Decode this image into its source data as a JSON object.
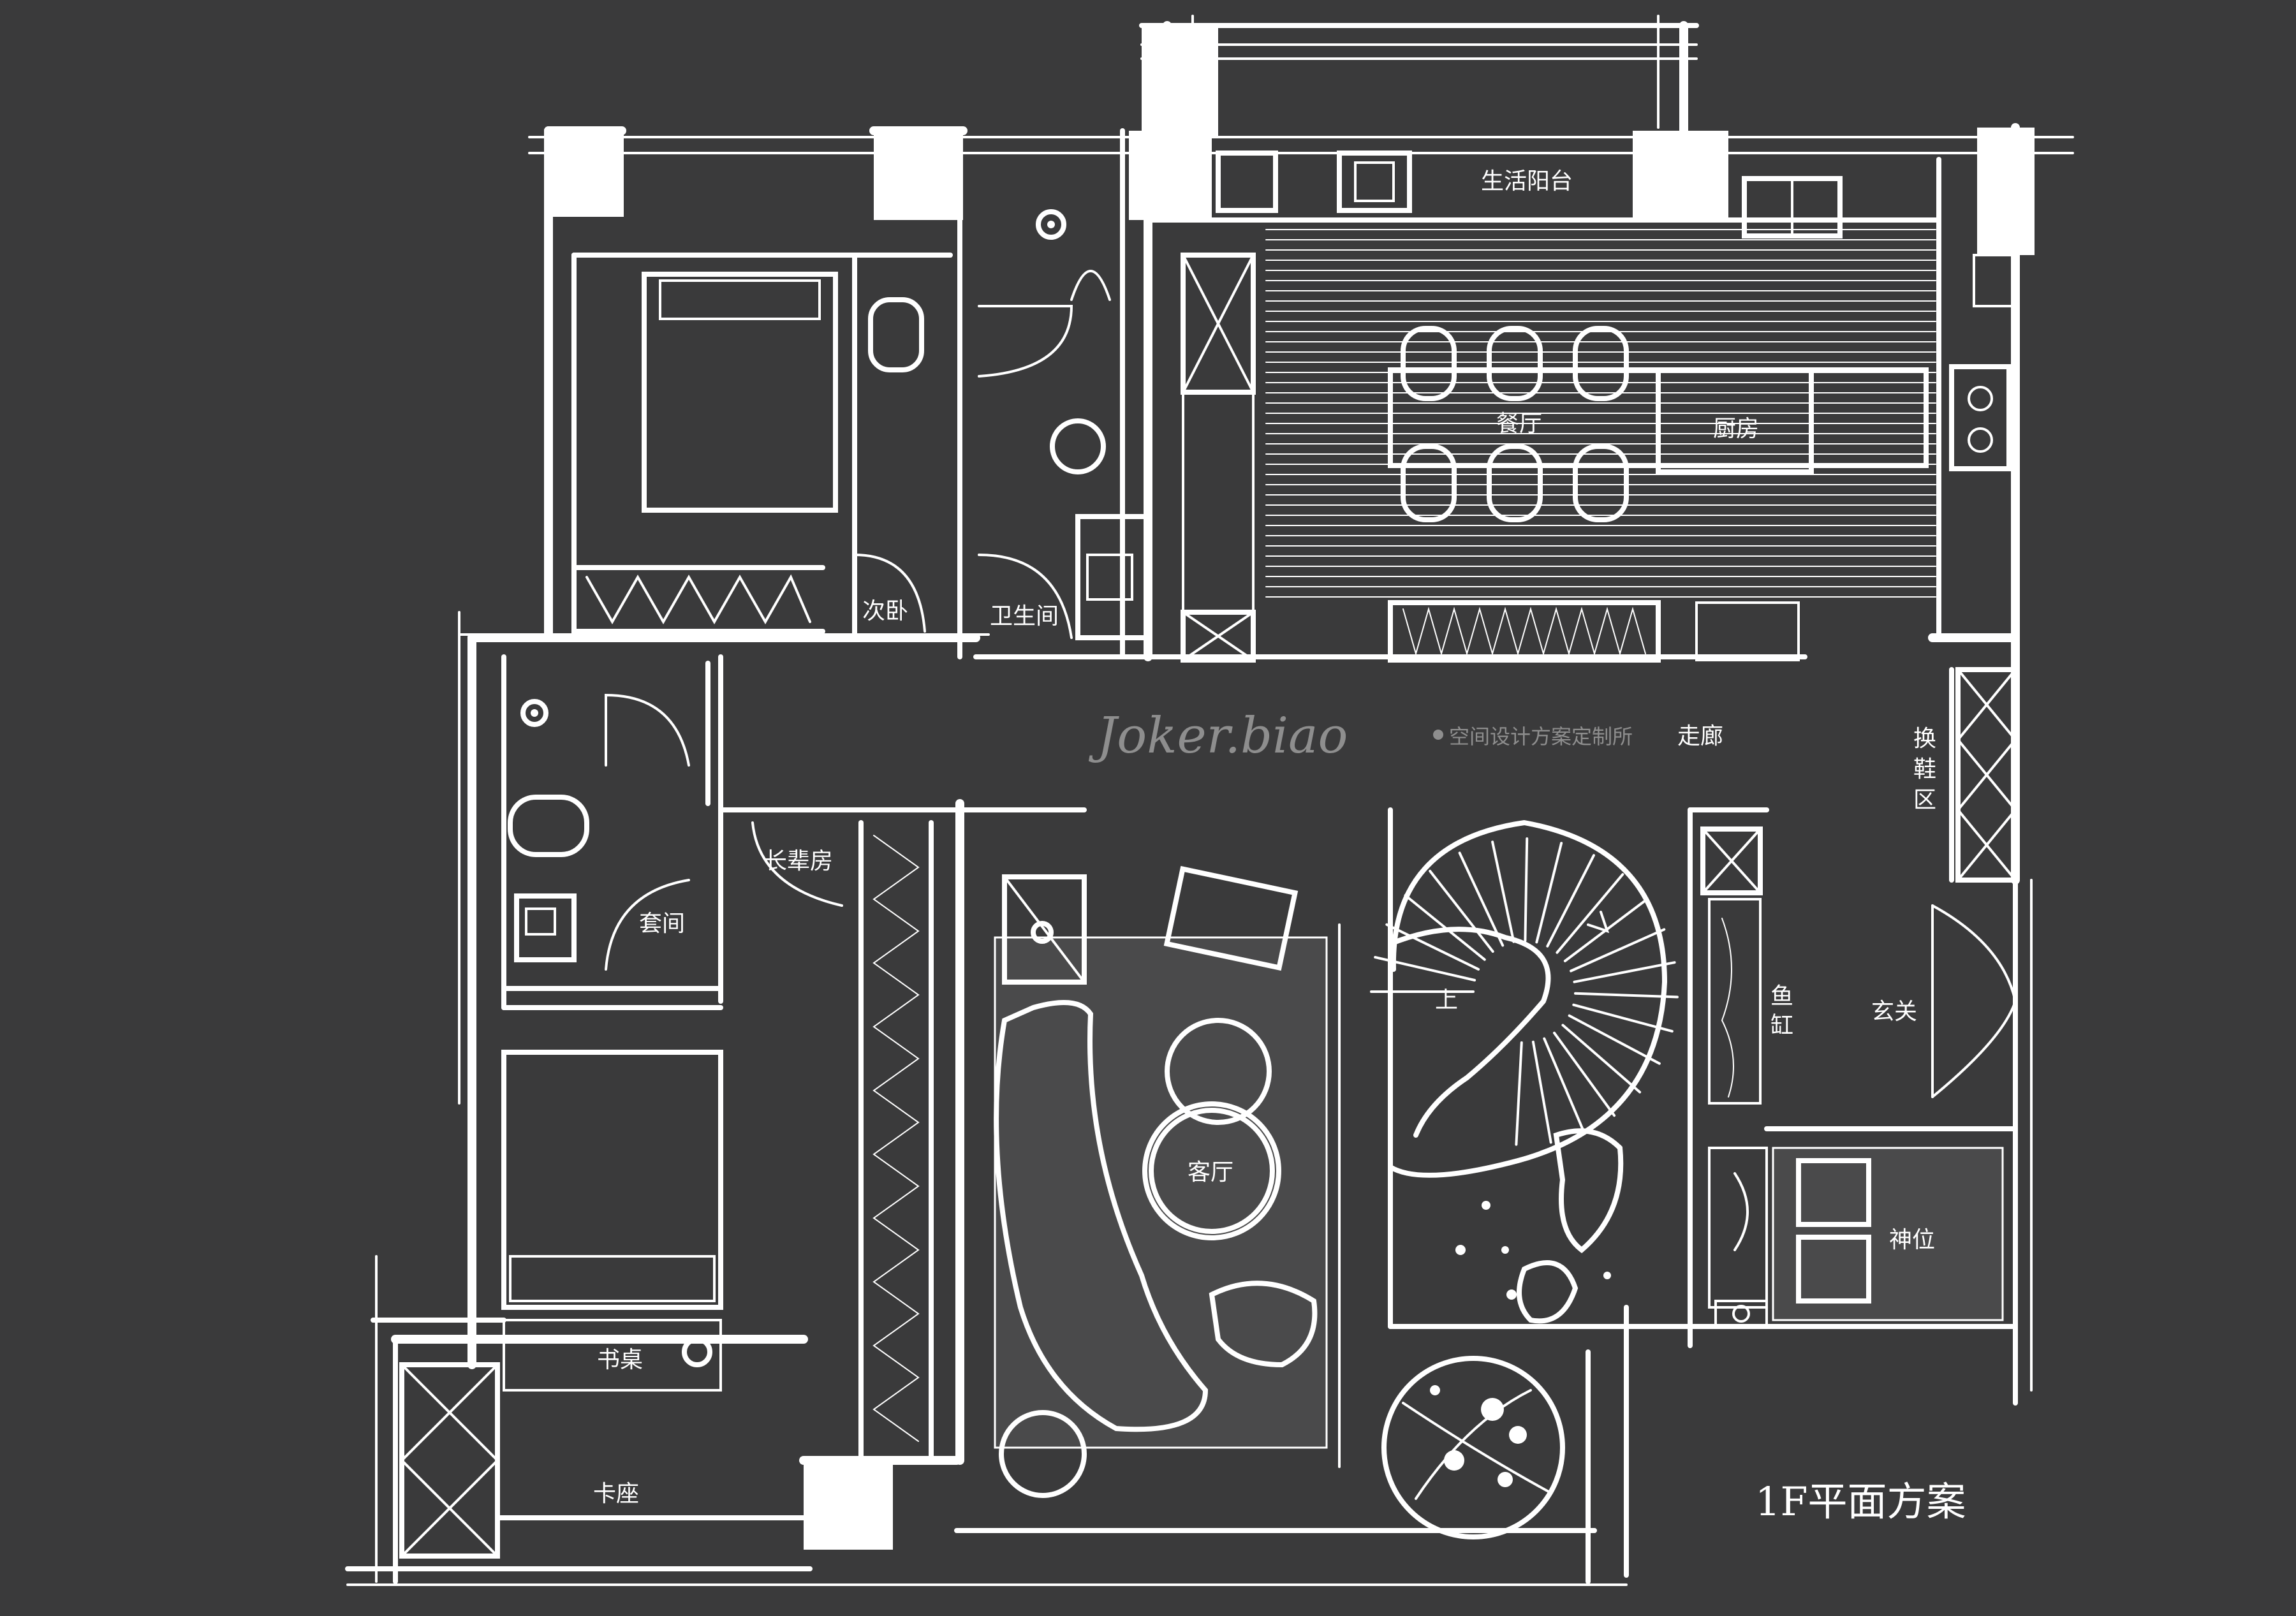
{
  "plan_title": "1F平面方案",
  "watermark": {
    "brand": "Joker.biao",
    "slogan": "空间设计方案定制所"
  },
  "rooms": {
    "living_balcony": "生活阳台",
    "dining": "餐厅",
    "kitchen": "厨房",
    "second_bedroom": "次卧",
    "bathroom": "卫生间",
    "corridor": "走廊",
    "shoe_area": [
      "换",
      "鞋",
      "区"
    ],
    "elder_room": "长辈房",
    "suite": "套间",
    "living_room": "客厅",
    "fish_tank": [
      "鱼",
      "缸"
    ],
    "entrance": "玄关",
    "shrine": "神位",
    "desk": "书桌",
    "booth": "卡座"
  },
  "stair_marks": {
    "up": "上"
  }
}
